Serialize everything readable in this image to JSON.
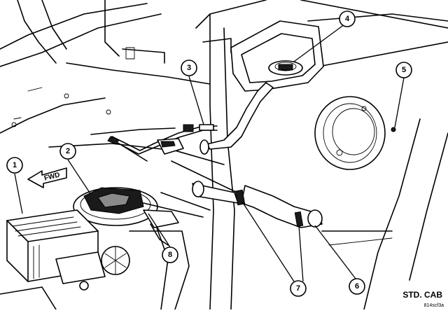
{
  "diagram": {
    "fwd_label": "FWD",
    "view_caption": "STD. CAB",
    "art_id": "814scf3a"
  },
  "callouts": [
    {
      "id": "1",
      "label": "1",
      "part": "evap-canister"
    },
    {
      "id": "2",
      "label": "2",
      "part": "fuel-pump-module"
    },
    {
      "id": "3",
      "label": "3",
      "part": "fuel-line-connector"
    },
    {
      "id": "4",
      "label": "4",
      "part": "fuel-filler-housing"
    },
    {
      "id": "5",
      "label": "5",
      "part": "fuel-fill-door-fastener"
    },
    {
      "id": "6",
      "label": "6",
      "part": "fuel-fill-hose-end"
    },
    {
      "id": "7",
      "label": "7",
      "part": "hose-clamps"
    },
    {
      "id": "8",
      "label": "8",
      "part": "fuel-tank-strap"
    }
  ]
}
